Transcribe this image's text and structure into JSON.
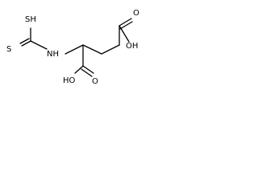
{
  "molecule": {
    "atoms": {
      "sh_top": "SH",
      "s_left": "S",
      "nh": "NH",
      "oh_right": "OH",
      "o_right": "O",
      "o_bottom": "O",
      "oh_bottom": "HO"
    }
  }
}
